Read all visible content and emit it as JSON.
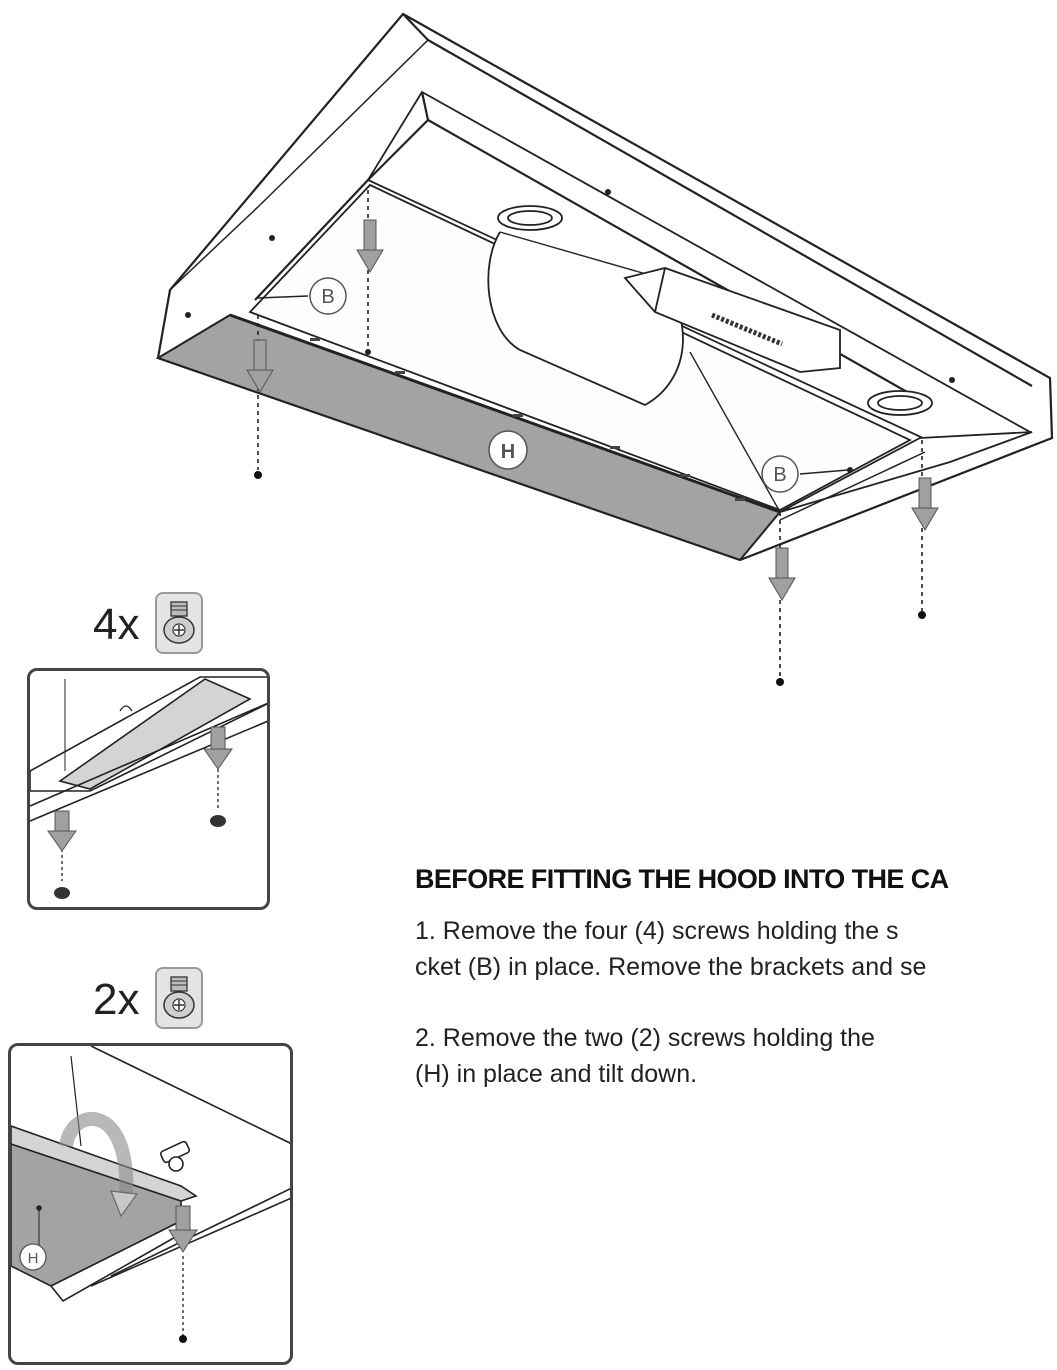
{
  "labels": {
    "bracket": "B",
    "panel": "H"
  },
  "qty": {
    "bracket_screws": "4x",
    "panel_screws": "2x"
  },
  "heading": "BEFORE FITTING THE HOOD INTO THE CA",
  "steps": {
    "step1_line1": "1. Remove the four (4) screws holding the s",
    "step1_line2": "cket (B) in place.  Remove the brackets and se",
    "step2_line1": "2. Remove the two (2) screws holding the",
    "step2_line2": "(H) in place and tilt down."
  },
  "icons": [
    "screw-icon",
    "down-arrow-icon"
  ],
  "colors": {
    "panel_gray": "#a3a3a3",
    "outline": "#222222",
    "arrow_gray": "#9a9a9a"
  }
}
